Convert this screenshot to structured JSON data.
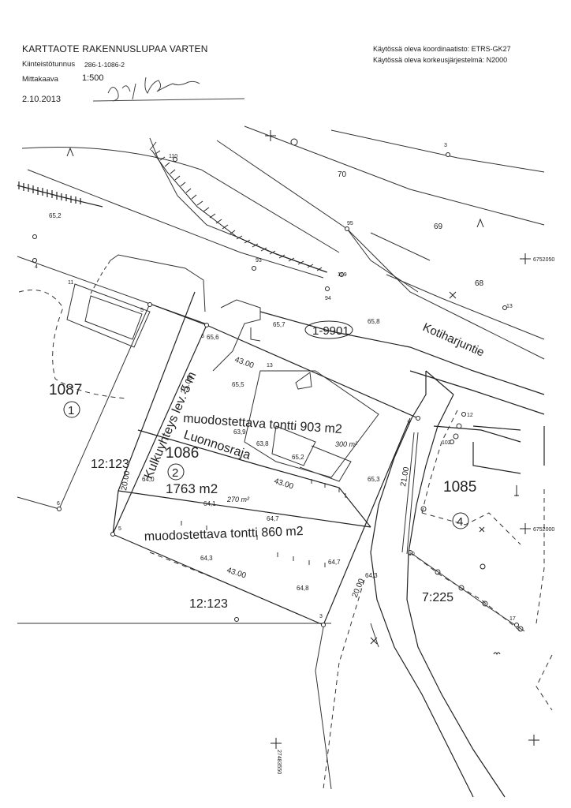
{
  "header": {
    "title": "KARTTAOTE RAKENNUSLUPAA VARTEN",
    "parcel_id_label": "Kiinteistötunnus",
    "parcel_id_value": "286-1-1086-2",
    "scale_label": "Mittakaava",
    "scale_value": "1:500",
    "date": "2.10.2013",
    "coord_system": "Käytössä oleva koordinaatisto: ETRS-GK27",
    "height_system": "Käytössä oleva korkeusjärjestelmä: N2000"
  },
  "map": {
    "street_name": "Kotiharjuntie",
    "zone_code": "1-9901",
    "access_way": "Kulkuyhteys lev. 5 m",
    "boundary_draft": "Luonnosraja",
    "plot_new_1": "muodostettava tontti 903 m2",
    "plot_new_2": "muodostettava tontti 860 m2",
    "area_main": "1763 m2",
    "parcels": [
      {
        "number": "1087",
        "circle": "1"
      },
      {
        "number": "1086",
        "circle": "2"
      },
      {
        "number": "1085",
        "circle": "4"
      }
    ],
    "plan_refs": [
      "12:123",
      "12:123",
      "7:225"
    ],
    "elevations": [
      "65,2",
      "65,7",
      "65,8",
      "65,5",
      "65,6",
      "63,9",
      "63,8",
      "65,2",
      "65,3",
      "64,0",
      "64,1",
      "64,7",
      "64,7",
      "64,3",
      "64,8",
      "64,3"
    ],
    "dimensions": [
      "43.00",
      "21.00",
      "20.00",
      "43.00",
      "43.00",
      "20.00",
      "21.00"
    ],
    "contours": [
      "70",
      "69",
      "68"
    ],
    "point_ids": [
      "110",
      "95",
      "93",
      "109",
      "94",
      "5",
      "6",
      "4",
      "11",
      "13",
      "2",
      "12",
      "102",
      "10",
      "17",
      "3",
      "5",
      "6",
      "3",
      "13"
    ],
    "coords_right": [
      "6752050",
      "6752000"
    ],
    "coord_bottom": "27483550",
    "handwritten": [
      "300 m²",
      "270 m²"
    ]
  }
}
